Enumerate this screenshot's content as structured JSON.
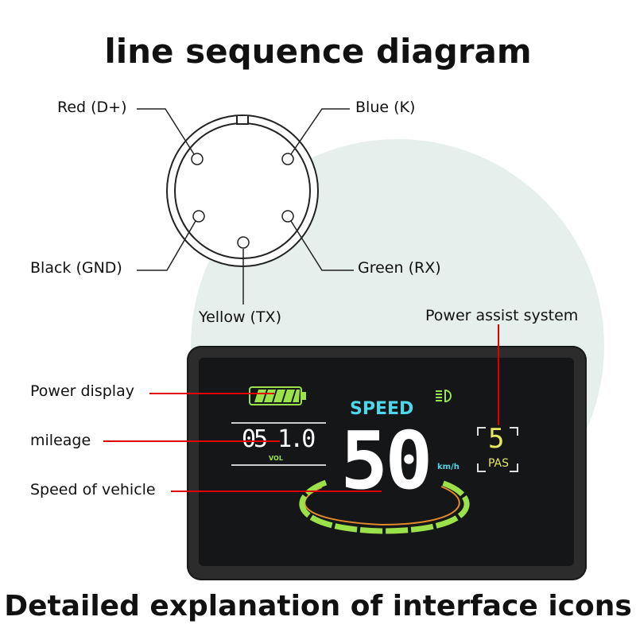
{
  "title": "line sequence diagram",
  "footer": "Detailed explanation of interface icons",
  "connector_labels": {
    "red": "Red (D+)",
    "blue": "Blue (K)",
    "black": "Black (GND)",
    "green": "Green (RX)",
    "yellow": "Yellow (TX)"
  },
  "callouts": {
    "power_display": "Power display",
    "mileage": "mileage",
    "speed": "Speed of vehicle",
    "pas": "Power assist system"
  },
  "display": {
    "speed_label": "SPEED",
    "speed_value": "50",
    "speed_unit": "km/h",
    "odometer": "05 1.0",
    "odometer_unit": "VOL",
    "pas_level": "5",
    "pas_label": "PAS",
    "battery_bars": 5
  },
  "colors": {
    "callout_line": "#e00000",
    "speed_label": "#4fd6e8",
    "battery": "#9be24a",
    "pas": "#e6e860",
    "arc_orange": "#e08a2a"
  }
}
